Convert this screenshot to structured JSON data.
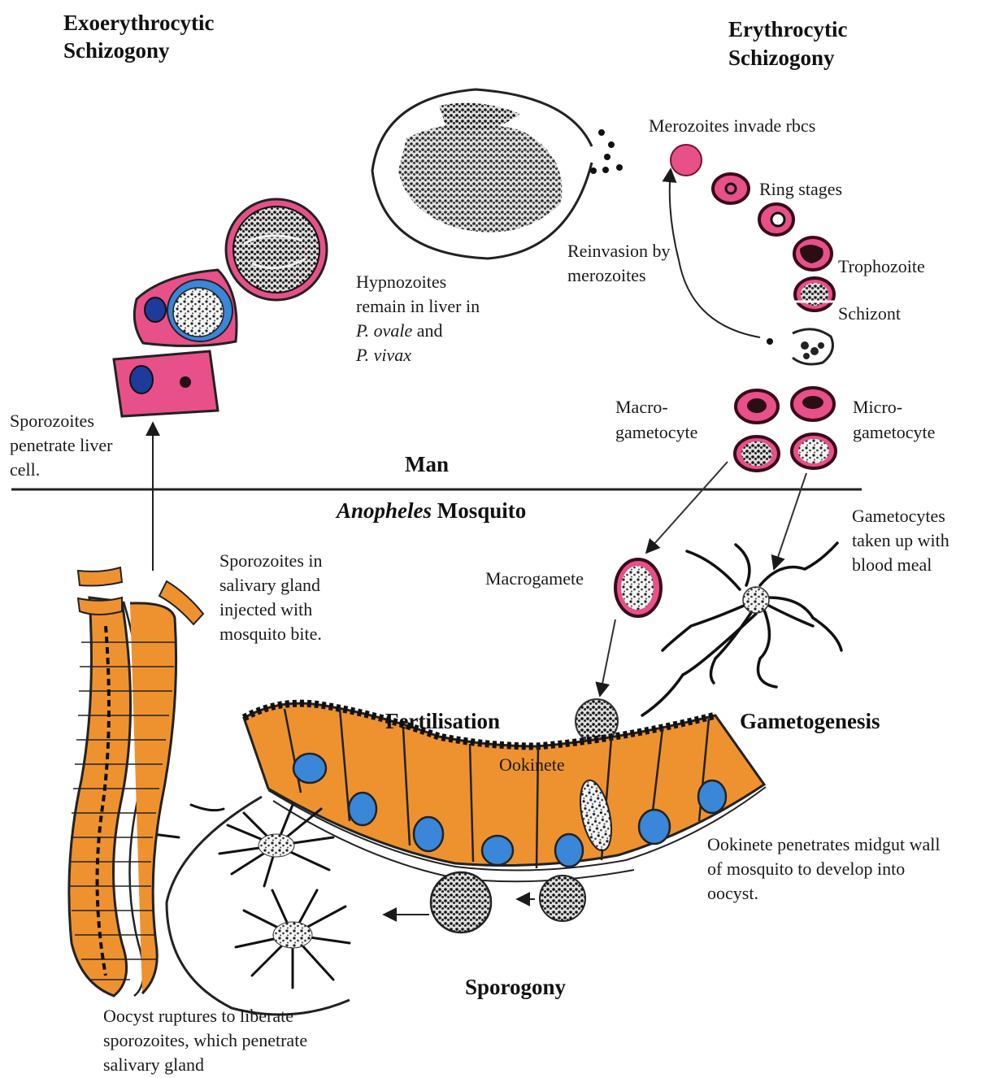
{
  "titles": {
    "exo_line1": "Exoerythrocytic",
    "exo_line2": "Schizogony",
    "ery_line1": "Erythrocytic",
    "ery_line2": "Schizogony",
    "man": "Man",
    "anopheles": "Anopheles",
    "mosquito": " Mosquito",
    "fertilisation": "Fertilisation",
    "gametogenesis": "Gametogenesis",
    "sporogony": "Sporogony"
  },
  "labels": {
    "merozoites_invade": "Merozoites invade rbcs",
    "ring_stages": "Ring stages",
    "trophozoite": "Trophozoite",
    "schizont": "Schizont",
    "reinvasion_1": "Reinvasion  by",
    "reinvasion_2": "merozoites",
    "hypno_1": "Hypnozoites",
    "hypno_2": "remain in liver in",
    "hypno_3a": "P. ovale",
    "hypno_3b": " and",
    "hypno_4": "P. vivax",
    "sporo_liver_1": "Sporozoites",
    "sporo_liver_2": "penetrate liver",
    "sporo_liver_3": "cell.",
    "macro_gc_1": "Macro-",
    "macro_gc_2": "gametocyte",
    "micro_gc_1": "Micro-",
    "micro_gc_2": "gametocyte",
    "gc_taken_1": "Gametocytes",
    "gc_taken_2": "taken up with",
    "gc_taken_3": "blood meal",
    "sporo_gland_1": "Sporozoites in",
    "sporo_gland_2": "salivary gland",
    "sporo_gland_3": "injected with",
    "sporo_gland_4": "mosquito bite.",
    "macrogamete": "Macrogamete",
    "ookinete": "Ookinete",
    "ookinete_pen_1": "Ookinete penetrates midgut wall",
    "ookinete_pen_2": "of mosquito to develop into",
    "ookinete_pen_3": "oocyst.",
    "oocyst_rupt_1": "Oocyst ruptures to liberate",
    "oocyst_rupt_2": "sporozoites, which penetrate",
    "oocyst_rupt_3": "salivary gland"
  },
  "colors": {
    "cell_pink": "#e8508a",
    "cell_dark": "#2a0e14",
    "rbc_rim": "#7a1030",
    "nucleus_blue": "#3a86d8",
    "midgut_orange": "#ee9230",
    "outline": "#1a1a1a"
  }
}
